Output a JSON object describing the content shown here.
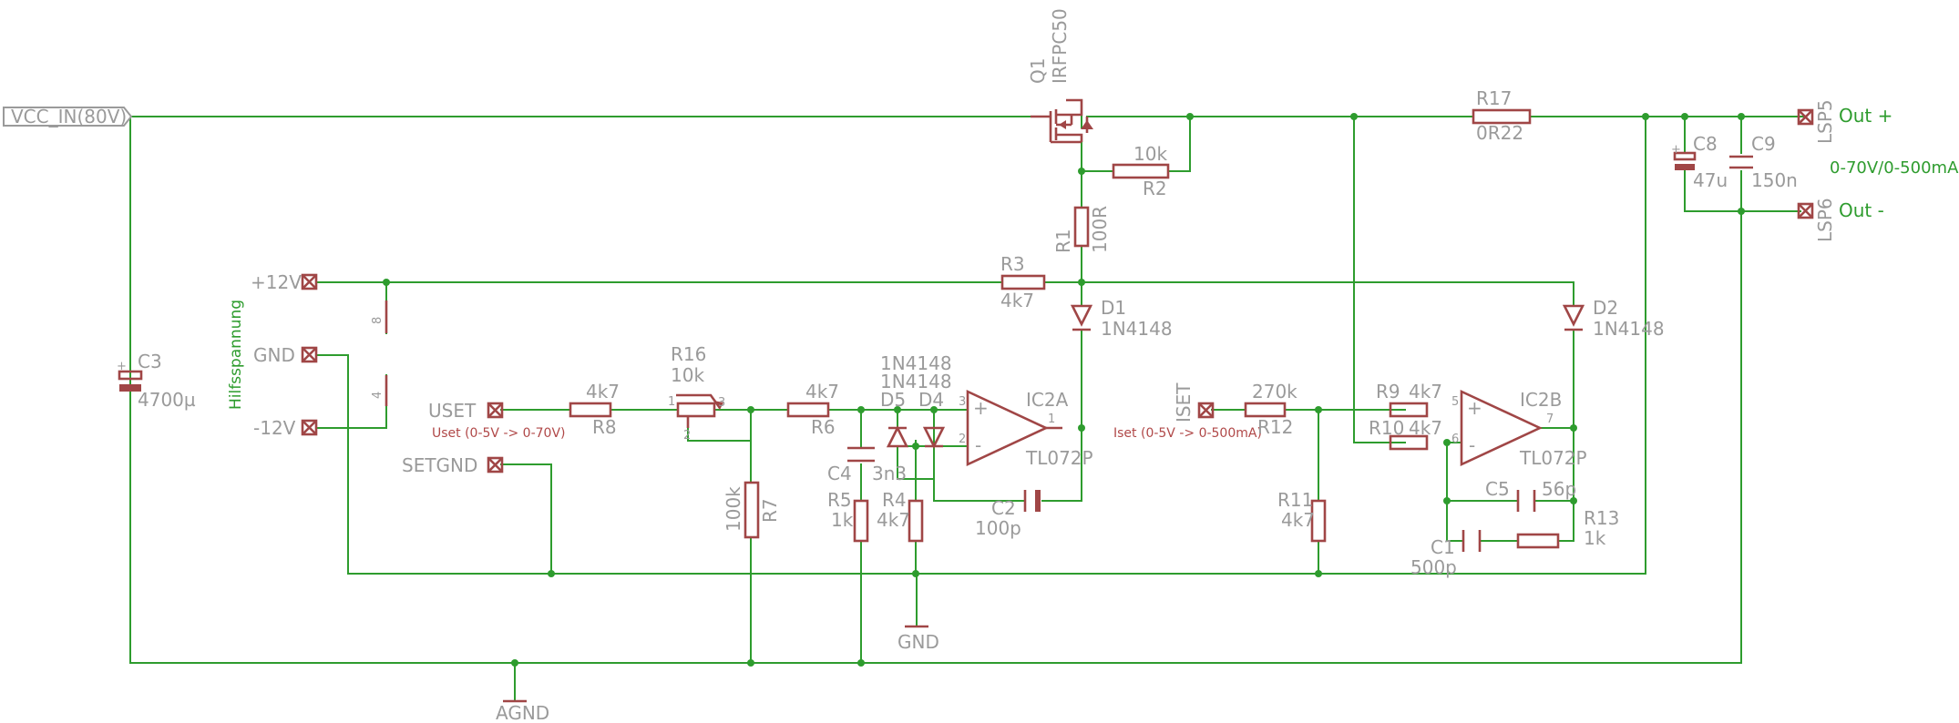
{
  "colors": {
    "wire": "#2e9c2e",
    "component": "#a04646",
    "label": "#9a9a9a",
    "net_note": "#b04848"
  },
  "nets": {
    "vcc_in": "VCC_IN(80V)",
    "plus12": "+12V",
    "gnd": "GND",
    "minus12": "-12V",
    "uset": "USET",
    "setgnd": "SETGND",
    "iset": "ISET",
    "gnd_symbol": "GND",
    "agnd_symbol": "AGND",
    "out_plus": "Out +",
    "out_minus": "Out -"
  },
  "notes": {
    "hilfsspannung": "Hilfsspannung",
    "output_range": "0-70V/0-500mA",
    "uset_range": "Uset (0-5V -> 0-70V)",
    "iset_range": "Iset (0-5V -> 0-500mA)"
  },
  "components": {
    "q1": {
      "name": "Q1",
      "value": "IRFPC50"
    },
    "r1": {
      "name": "R1",
      "value": "100R"
    },
    "r2": {
      "name": "R2",
      "value": "10k"
    },
    "r3": {
      "name": "R3",
      "value": "4k7"
    },
    "r4": {
      "name": "R4",
      "value": "4k7"
    },
    "r5": {
      "name": "R5",
      "value": "1k"
    },
    "r6": {
      "name": "R6",
      "value": "4k7"
    },
    "r7": {
      "name": "R7",
      "value": "100k"
    },
    "r8": {
      "name": "R8",
      "value": "4k7"
    },
    "r9": {
      "name": "R9",
      "value": "4k7"
    },
    "r10": {
      "name": "R10",
      "value": "4k7"
    },
    "r11": {
      "name": "R11",
      "value": "4k7"
    },
    "r12": {
      "name": "R12",
      "value": "270k"
    },
    "r13": {
      "name": "R13",
      "value": "1k"
    },
    "r16": {
      "name": "R16",
      "value": "10k"
    },
    "r17": {
      "name": "R17",
      "value": "0R22"
    },
    "c1": {
      "name": "C1",
      "value": "500p"
    },
    "c2": {
      "name": "C2",
      "value": "100p"
    },
    "c3": {
      "name": "C3",
      "value": "4700µ"
    },
    "c4": {
      "name": "C4",
      "value": "3n3"
    },
    "c5": {
      "name": "C5",
      "value": "56p"
    },
    "c8": {
      "name": "C8",
      "value": "47u"
    },
    "c9": {
      "name": "C9",
      "value": "150n"
    },
    "d1": {
      "name": "D1",
      "value": "1N4148"
    },
    "d2": {
      "name": "D2",
      "value": "1N4148"
    },
    "d4": {
      "name": "D4",
      "value": "1N4148"
    },
    "d5": {
      "name": "D5",
      "value": "1N4148"
    },
    "ic2a": {
      "name": "IC2A",
      "value": "TL072P"
    },
    "ic2b": {
      "name": "IC2B",
      "value": "TL072P"
    },
    "lsp5": {
      "name": "LSP5"
    },
    "lsp6": {
      "name": "LSP6"
    }
  },
  "pins": {
    "supply_8": "8",
    "supply_4": "4",
    "r16_p1": "1",
    "r16_p2": "2",
    "r16_p3": "3",
    "ic2a_p1": "1",
    "ic2a_p2": "2",
    "ic2a_p3": "3",
    "ic2b_p5": "5",
    "ic2b_p6": "6",
    "ic2b_p7": "7",
    "plus": "+",
    "minus": "-",
    "cap_plus": "+"
  }
}
